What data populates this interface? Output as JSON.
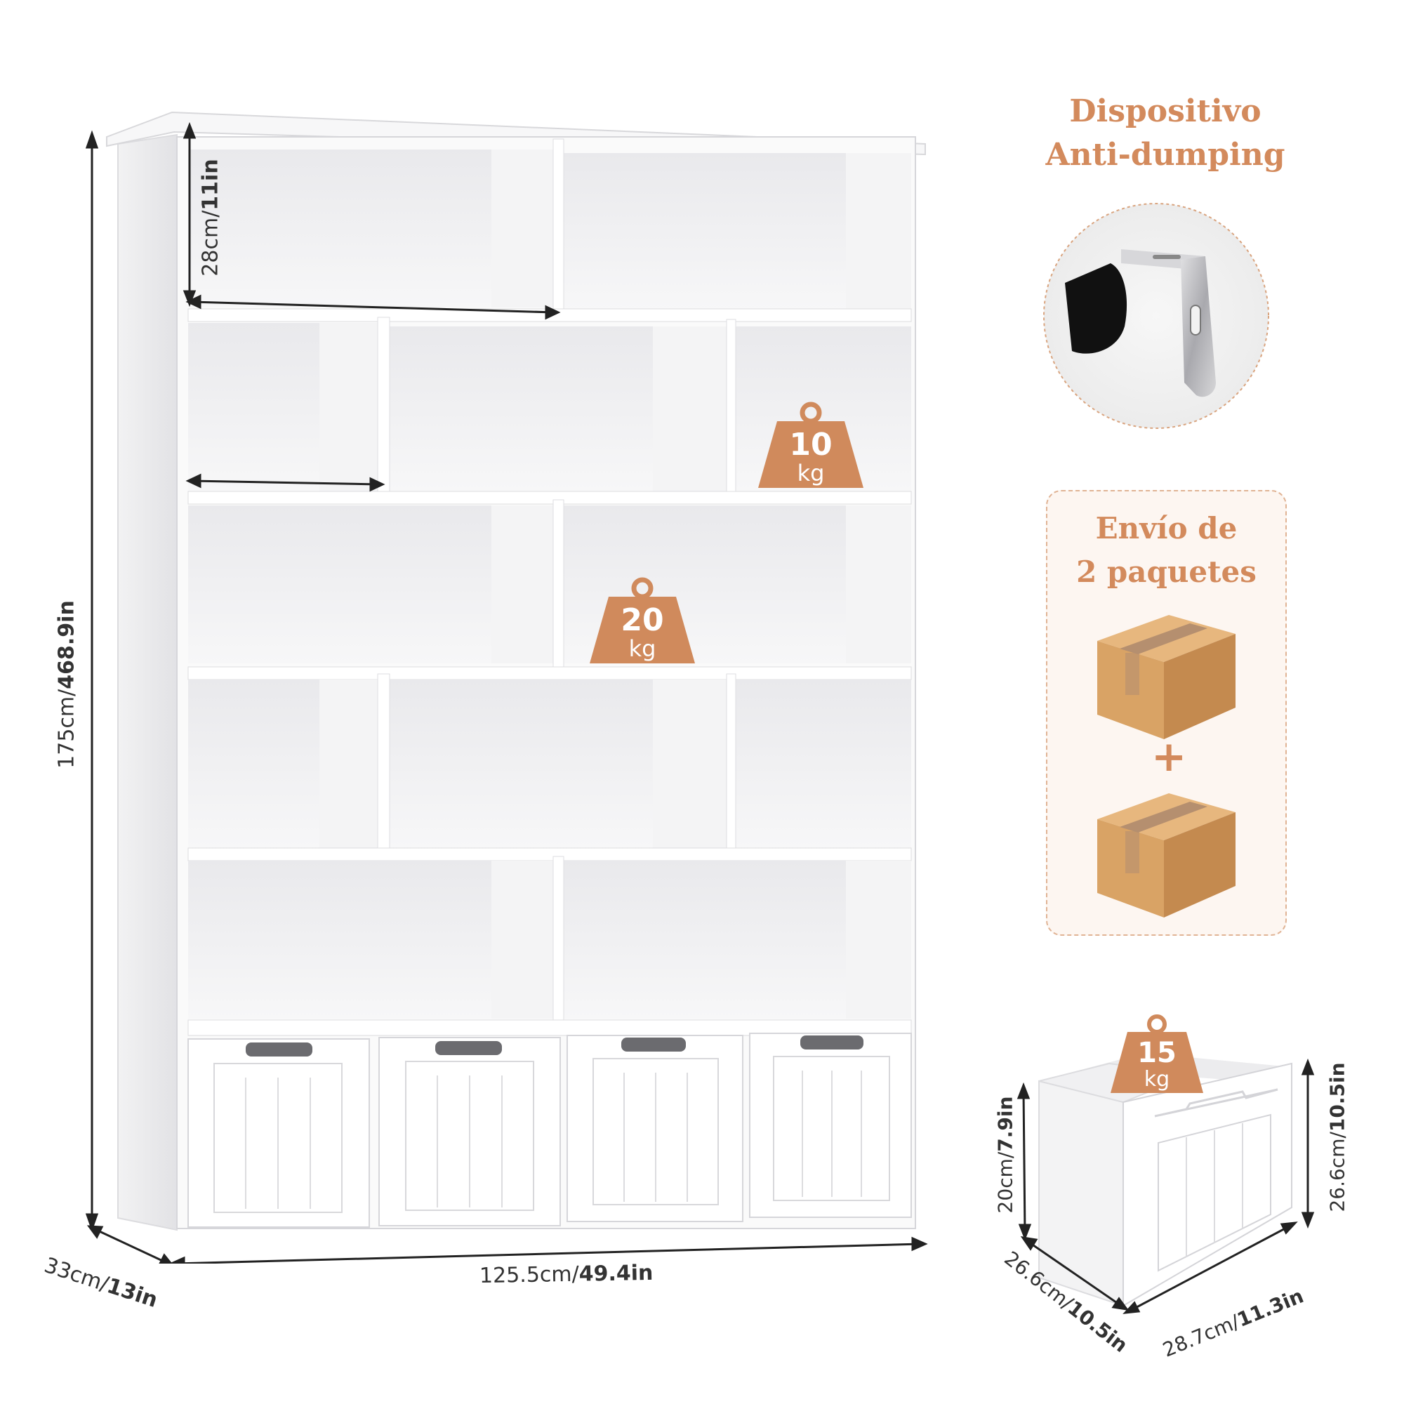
{
  "dimensions": {
    "height_cm": "175cm/",
    "height_in": "468.9in",
    "width_cm": "125.5cm/",
    "width_in": "49.4in",
    "depth_cm": "33cm/",
    "depth_in": "13in",
    "top_shelf_cm": "28cm/",
    "top_shelf_in": "11in"
  },
  "weights": [
    {
      "num": "10",
      "unit": "kg"
    },
    {
      "num": "20",
      "unit": "kg"
    },
    {
      "num": "15",
      "unit": "kg"
    }
  ],
  "anti_dumping": {
    "line1": "Dispositivo",
    "line2": "Anti-dumping"
  },
  "shipping": {
    "line1": "Envío de",
    "line2": "2 paquetes",
    "plus": "+"
  },
  "bin": {
    "height_cm": "20cm/",
    "height_in": "7.9in",
    "front_h_cm": "26.6cm/",
    "front_h_in": "10.5in",
    "depth_cm": "26.6cm/",
    "depth_in": "10.5in",
    "width_cm": "28.7cm/",
    "width_in": "11.3in"
  },
  "colors": {
    "accent": "#d38a5c",
    "weight_fill": "#d08a5c",
    "shelf": "#ffffff",
    "cubby": "#f1f1f3"
  }
}
